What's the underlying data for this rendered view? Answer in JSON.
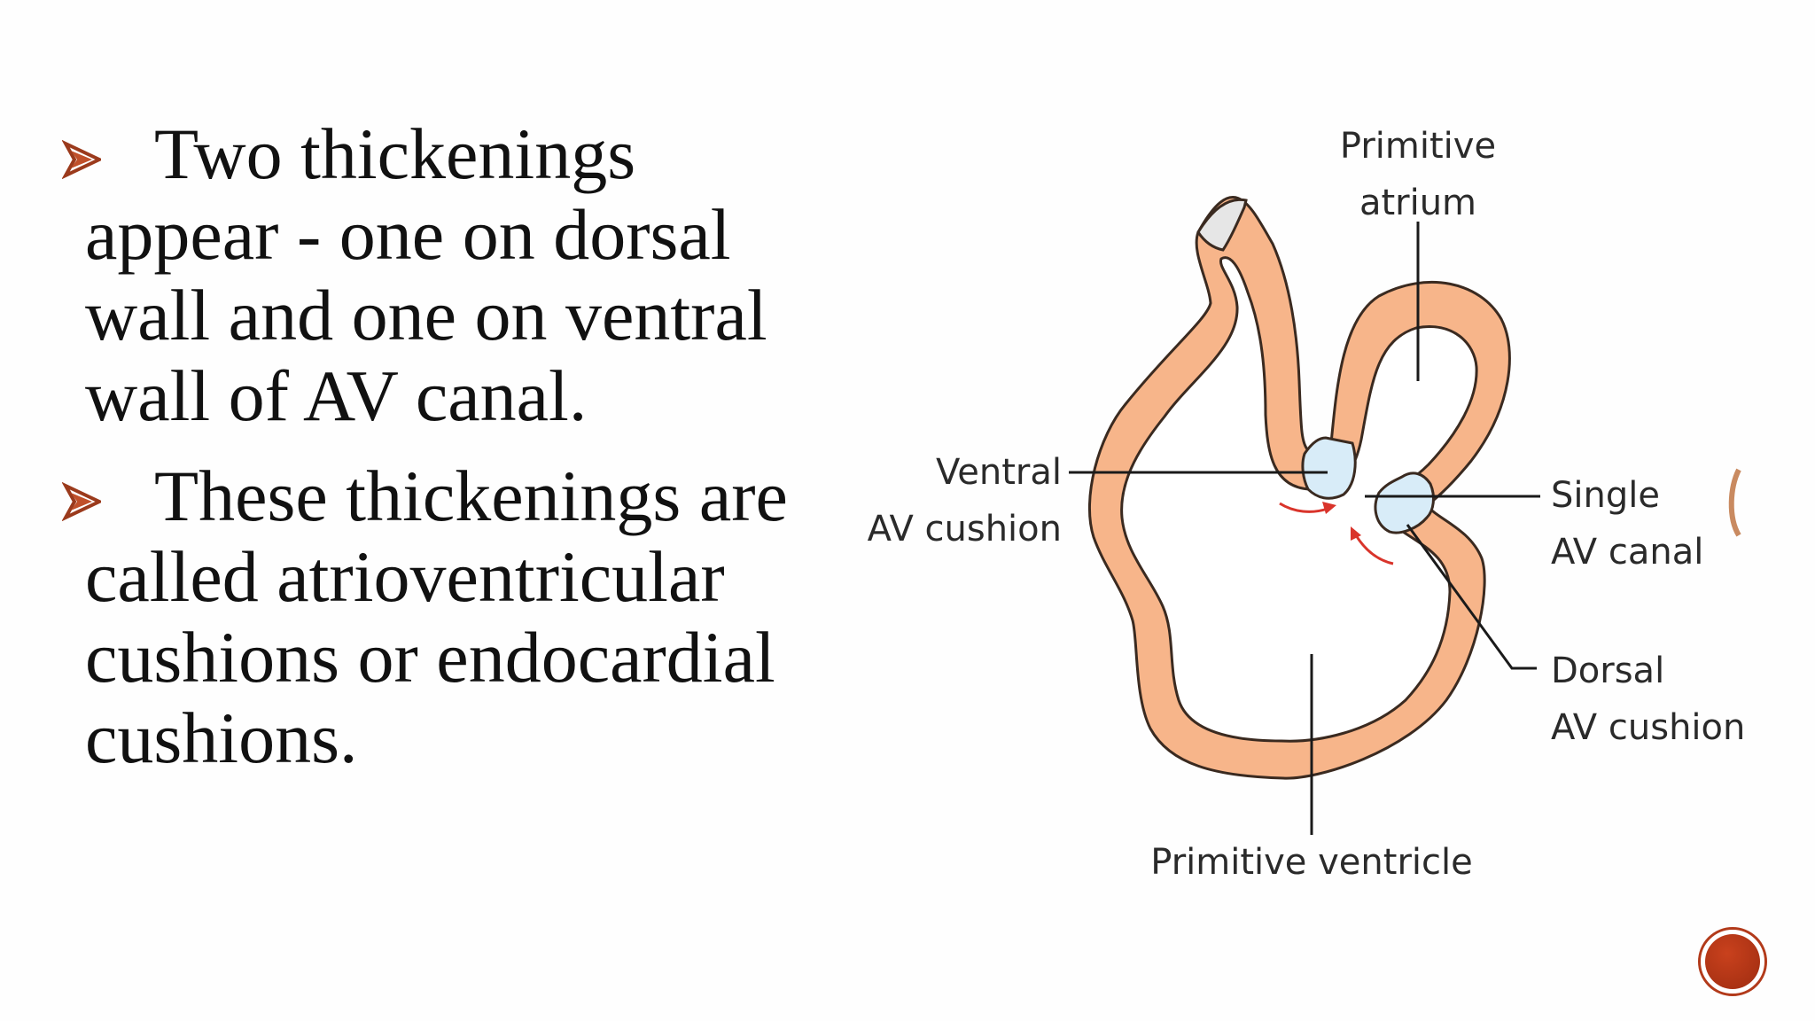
{
  "slide": {
    "bullets": [
      {
        "icon": "arrow-bullet-icon",
        "text": "Two thickenings appear - one on dorsal wall and one on ventral wall of AV canal."
      },
      {
        "icon": "arrow-bullet-icon",
        "text": "These thickenings are called atrioventricular cushions or endocardial cushions."
      }
    ]
  },
  "diagram": {
    "labels": {
      "atrium_line1": "Primitive",
      "atrium_line2": "atrium",
      "ventral_line1": "Ventral",
      "ventral_line2": "AV cushion",
      "canal_line1": "Single",
      "canal_line2": "AV canal",
      "dorsal_line1": "Dorsal",
      "dorsal_line2": "AV cushion",
      "ventricle": "Primitive ventricle"
    },
    "colors": {
      "tube_fill": "#f7b58a",
      "tube_stroke": "#3a2a20",
      "cushion_fill": "#d8ecf8",
      "cap_fill": "#e6e6e6",
      "arrow": "#d9342b"
    }
  },
  "nav": {
    "icon": "circle-nav-icon",
    "accent": "#b23a1a"
  }
}
